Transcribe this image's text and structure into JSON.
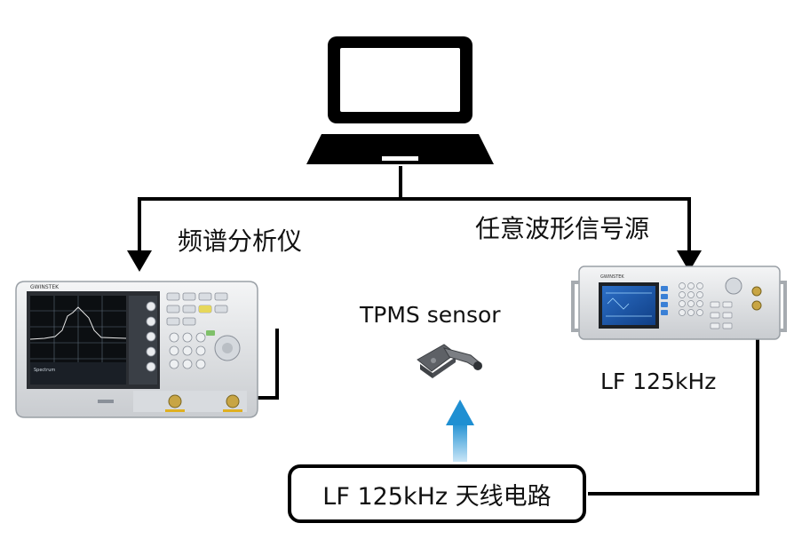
{
  "labels": {
    "spectrum_analyzer": "频谱分析仪",
    "signal_generator": "任意波形信号源",
    "sensor": "TPMS sensor",
    "generator_freq": "LF 125kHz",
    "antenna_circuit": "LF 125kHz 天线电路"
  },
  "device_text": {
    "analyzer_brand": "GWINSTEK",
    "generator_brand": "GWINSTEK"
  },
  "colors": {
    "line": "#000000",
    "up_arrow_light": "#c9e6f7",
    "up_arrow_dark": "#1f8fd2"
  }
}
